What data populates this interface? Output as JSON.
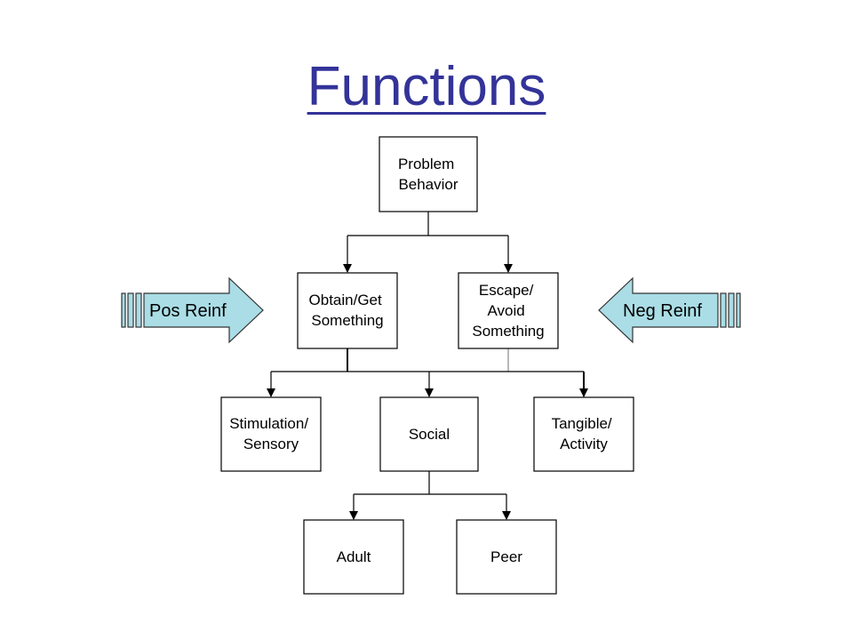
{
  "slide": {
    "title": "Functions",
    "colors": {
      "title": "#333399",
      "arrow_fill": "#aadde6"
    }
  },
  "diagram": {
    "problem_behavior": [
      "Problem",
      "Behavior"
    ],
    "obtain": [
      "Obtain/Get",
      "Something"
    ],
    "escape": [
      "Escape/",
      "Avoid",
      "Something"
    ],
    "stimulation": [
      "Stimulation/",
      "Sensory"
    ],
    "social": [
      "Social"
    ],
    "tangible": [
      "Tangible/",
      "Activity"
    ],
    "adult": [
      "Adult"
    ],
    "peer": [
      "Peer"
    ],
    "pos_reinf": "Pos Reinf",
    "neg_reinf": "Neg Reinf"
  }
}
